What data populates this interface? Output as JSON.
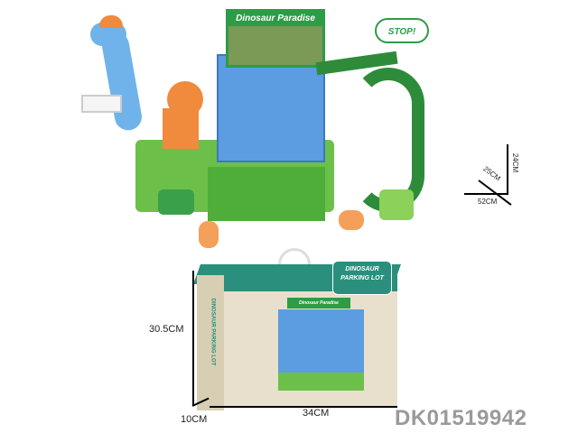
{
  "toy": {
    "sign_title": "Dinosaur Paradise",
    "billboard": "STOP!"
  },
  "toy_dimensions": {
    "height": "24CM",
    "depth": "25CM",
    "width": "52CM"
  },
  "box": {
    "title_line1": "DINOSAUR",
    "title_line2": "PARKING LOT",
    "side_title": "DINOSAUR PARKING LOT",
    "inner_sign": "Dinosaur Paradise"
  },
  "box_dimensions": {
    "height": "30.5CM",
    "depth": "10CM",
    "width": "34CM"
  },
  "product_code": "DK01519942",
  "colors": {
    "green": "#4caf50",
    "dark_green": "#2e7d32",
    "blue": "#5aa0e0",
    "orange": "#f08a3c",
    "box_teal": "#2a8f7c",
    "box_beige": "#e8e0cc"
  }
}
